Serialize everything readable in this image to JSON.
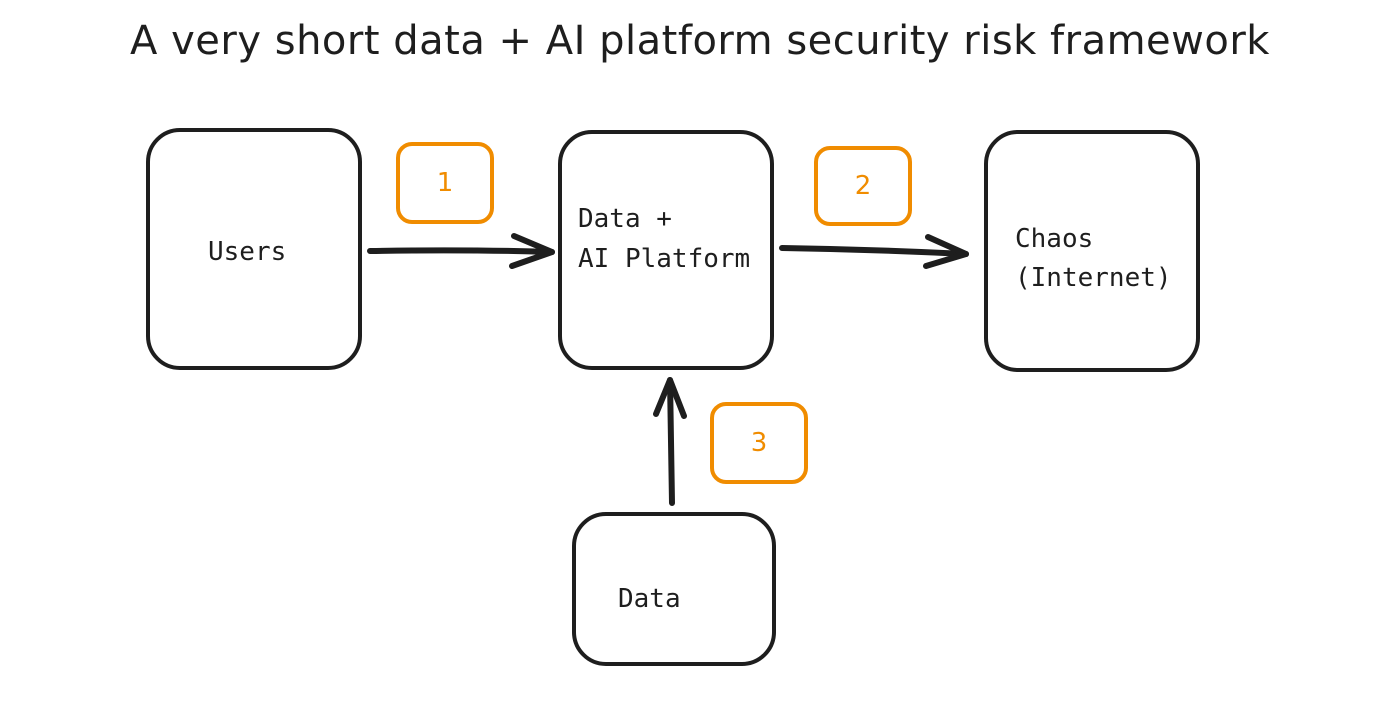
{
  "title": "A very short data + AI platform security risk framework",
  "colors": {
    "stroke": "#1e1e1e",
    "badge": "#f08c00",
    "background": "#ffffff"
  },
  "nodes": {
    "users": {
      "label": "Users"
    },
    "platform": {
      "line1": "Data +",
      "line2": "AI Platform"
    },
    "chaos": {
      "line1": "Chaos",
      "line2": "(Internet)"
    },
    "data": {
      "label": "Data"
    }
  },
  "risks": [
    {
      "number": "1"
    },
    {
      "number": "2"
    },
    {
      "number": "3"
    }
  ],
  "edges": [
    {
      "from": "users",
      "to": "platform",
      "risk": "1"
    },
    {
      "from": "platform",
      "to": "chaos",
      "risk": "2"
    },
    {
      "from": "data",
      "to": "platform",
      "risk": "3"
    }
  ]
}
